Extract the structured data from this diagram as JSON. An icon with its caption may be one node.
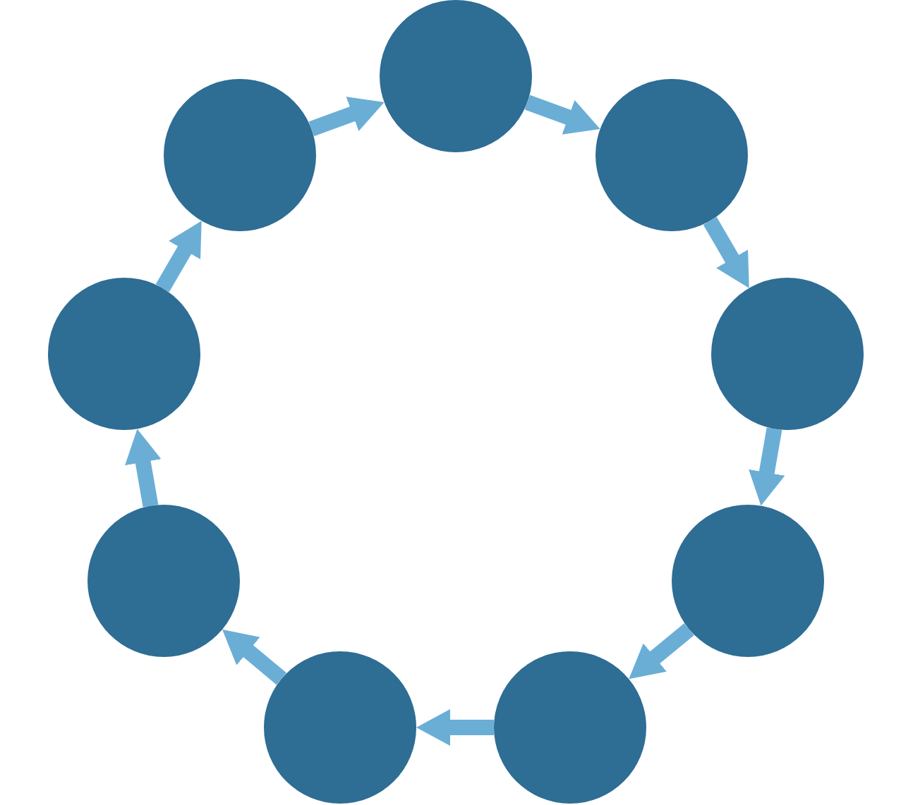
{
  "diagram": {
    "nodes": [
      {
        "text": [],
        "shape": "circle"
      },
      {
        "text": [],
        "shape": "circle"
      },
      {
        "text": [],
        "shape": "circle"
      },
      {
        "text": [],
        "shape": "circle"
      },
      {
        "text": [],
        "shape": "circle"
      },
      {
        "text": [],
        "shape": "circle"
      },
      {
        "text": [],
        "shape": "circle"
      },
      {
        "text": [],
        "shape": "circle"
      },
      {
        "text": [],
        "shape": "circle"
      }
    ],
    "edges": [
      {
        "from": 4,
        "to": 6,
        "arrow": "to"
      },
      {
        "from": 6,
        "to": 8,
        "arrow": "to"
      },
      {
        "from": 8,
        "to": 7,
        "arrow": "to"
      },
      {
        "from": 7,
        "to": 5,
        "arrow": "to"
      },
      {
        "from": 5,
        "to": 3,
        "arrow": "to"
      },
      {
        "from": 3,
        "to": 1,
        "arrow": "to"
      },
      {
        "from": 1,
        "to": 0,
        "arrow": "to"
      },
      {
        "from": 0,
        "to": 2,
        "arrow": "to"
      },
      {
        "from": 2,
        "to": 4,
        "arrow": "to"
      }
    ]
  }
}
